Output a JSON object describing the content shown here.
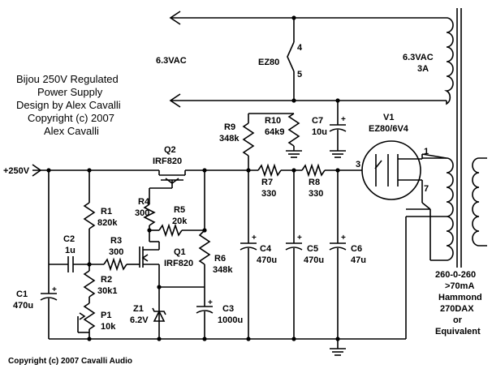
{
  "title_block": {
    "line1": "Bijou 250V Regulated",
    "line2": "Power Supply",
    "line3": "Design by Alex Cavalli",
    "line4": "Copyright (c) 2007",
    "line5": "Alex Cavalli"
  },
  "footer": "Copyright (c) 2007 Cavalli Audio",
  "heater_left": "6.3VAC",
  "heater_right": {
    "voltage": "6.3VAC",
    "current": "3A"
  },
  "output_label": "+250V",
  "tube_heater": {
    "ref": "EZ80",
    "pin_a": "4",
    "pin_b": "5"
  },
  "tube": {
    "ref": "V1",
    "type": "EZ80/6V4",
    "pin1": "1",
    "pin3": "3",
    "pin7": "7"
  },
  "transformer": {
    "line1": "260-0-260",
    "line2": ">70mA",
    "line3": "Hammond",
    "line4": "270DAX",
    "line5": "or",
    "line6": "Equivalent"
  },
  "components": {
    "q2": {
      "ref": "Q2",
      "value": "IRF820"
    },
    "q1": {
      "ref": "Q1",
      "value": "IRF820"
    },
    "r1": {
      "ref": "R1",
      "value": "820k"
    },
    "r2": {
      "ref": "R2",
      "value": "30k1"
    },
    "r3": {
      "ref": "R3",
      "value": "300"
    },
    "r4": {
      "ref": "R4",
      "value": "300"
    },
    "r5": {
      "ref": "R5",
      "value": "20k"
    },
    "r6": {
      "ref": "R6",
      "value": "348k"
    },
    "r7": {
      "ref": "R7",
      "value": "330"
    },
    "r8": {
      "ref": "R8",
      "value": "330"
    },
    "r9": {
      "ref": "R9",
      "value": "348k"
    },
    "r10": {
      "ref": "R10",
      "value": "64k9"
    },
    "c1": {
      "ref": "C1",
      "value": "470u"
    },
    "c2": {
      "ref": "C2",
      "value": "1u"
    },
    "c3": {
      "ref": "C3",
      "value": "1000u"
    },
    "c4": {
      "ref": "C4",
      "value": "470u"
    },
    "c5": {
      "ref": "C5",
      "value": "470u"
    },
    "c6": {
      "ref": "C6",
      "value": "47u"
    },
    "c7": {
      "ref": "C7",
      "value": "10u"
    },
    "p1": {
      "ref": "P1",
      "value": "10k"
    },
    "z1": {
      "ref": "Z1",
      "value": "6.2V"
    }
  }
}
